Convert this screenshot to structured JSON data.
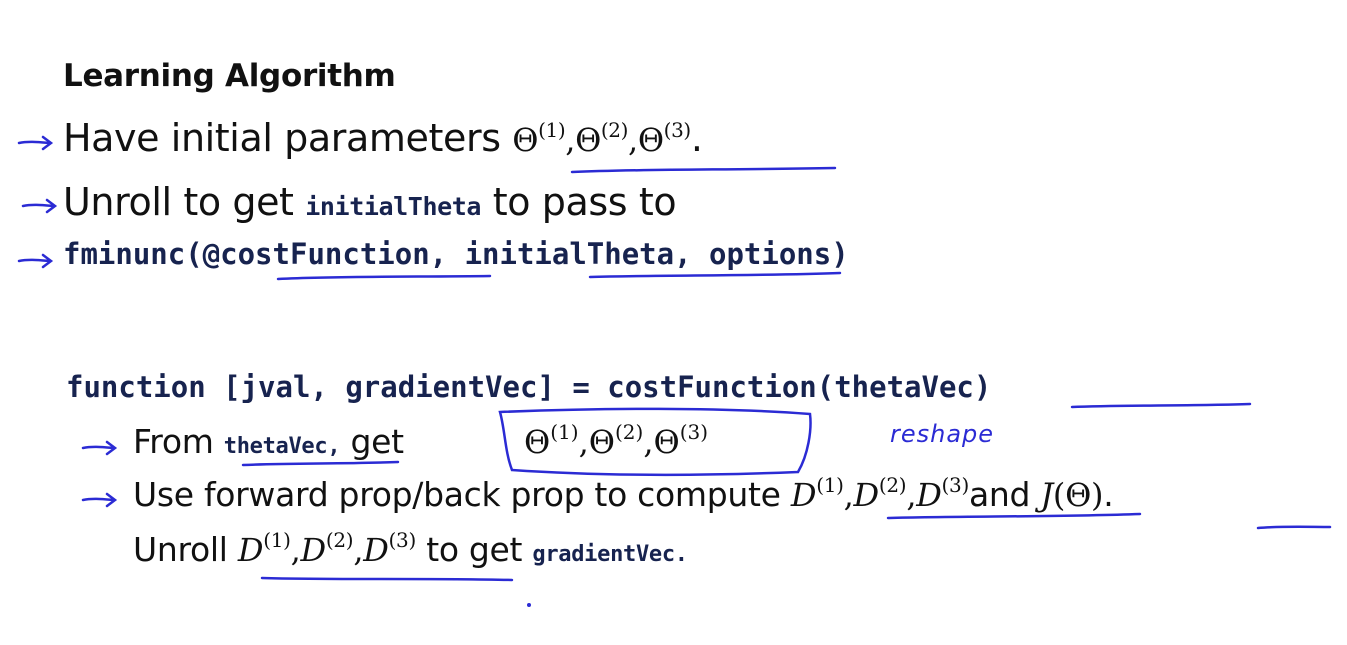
{
  "slide": {
    "title": "Learning Algorithm",
    "line1": {
      "text": "Have initial parameters",
      "theta": "Θ",
      "sup1": "(1)",
      "sup2": "(2)",
      "sup3": "(3)",
      "comma": ",",
      "end": "."
    },
    "line2": {
      "text_before": "Unroll to get",
      "code": "initialTheta",
      "text_after": "to pass to"
    },
    "line3": {
      "code_pre": "fminunc(@",
      "code_cost": "costFunction",
      "code_sep": ", ",
      "code_init": "initialTheta",
      "code_post": ", options)"
    },
    "fn_line": {
      "code_pre": "function [jval, gradientVec] = costFunction(",
      "code_arg": "thetaVec",
      "code_post": ")"
    },
    "bullet_from": {
      "text_from": "From",
      "code": "thetaVec,",
      "text_get": "get"
    },
    "bullet_use": {
      "text": "Use forward prop/back prop to compute",
      "d": "D",
      "text_and": "and",
      "j": "J",
      "j_arg": "(Θ)",
      "end": "."
    },
    "bullet_unroll": {
      "text_unroll": "Unroll",
      "text_to_get": "to get",
      "code": "gradientVec."
    },
    "annotation": "reshape"
  },
  "colors": {
    "ink": "#2b2bd4",
    "code": "#17234f",
    "text": "#111111",
    "background": "#ffffff"
  }
}
